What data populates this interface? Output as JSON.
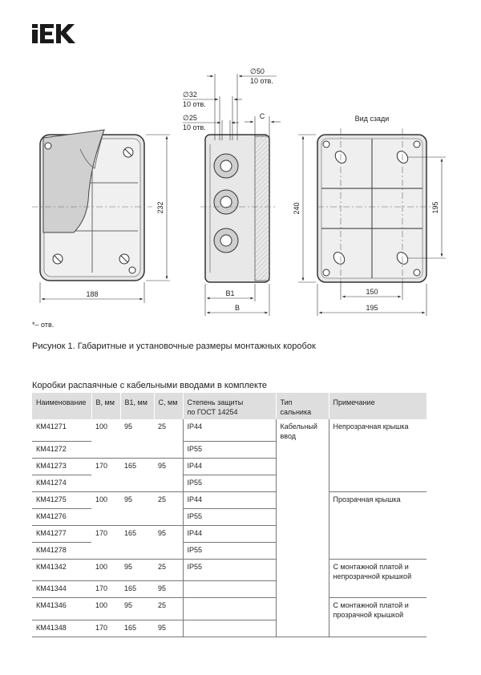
{
  "brand": {
    "logo_text": "IEK"
  },
  "drawing": {
    "dim_188": "188",
    "dim_232": "232",
    "dim_d32": "∅32",
    "dim_d32_note": "10 отв.",
    "dim_d25": "∅25",
    "dim_d25_note": "10 отв.",
    "dim_d50": "∅50",
    "dim_d50_note": "10 отв.",
    "dim_c": "C",
    "dim_b1": "B1",
    "dim_b": "B",
    "rear_view_label": "Вид сзади",
    "dim_240": "240",
    "dim_195_v": "195",
    "dim_150": "150",
    "dim_195_h": "195"
  },
  "footnote": "*– отв.",
  "figure_caption": "Рисунок 1. Габаритные и установочные размеры монтажных коробок",
  "table": {
    "title": "Коробки распаячные с кабельными вводами в комплекте",
    "headers": [
      "Наименование",
      "B, мм",
      "B1, мм",
      "C, мм",
      "Степень защиты\nпо ГОСТ 14254",
      "Тип сальника",
      "Примечание"
    ],
    "rows": [
      [
        "КМ41271",
        "100",
        "95",
        "25",
        "IP44",
        "Кабельный\nввод",
        "Непрозрачная крышка"
      ],
      [
        "КМ41272",
        "",
        "",
        "",
        "IP55",
        "",
        ""
      ],
      [
        "КМ41273",
        "170",
        "165",
        "95",
        "IP44",
        "",
        ""
      ],
      [
        "КМ41274",
        "",
        "",
        "",
        "IP55",
        "",
        ""
      ],
      [
        "КМ41275",
        "100",
        "95",
        "25",
        "IP44",
        "",
        "Прозрачная крышка"
      ],
      [
        "КМ41276",
        "",
        "",
        "",
        "IP55",
        "",
        ""
      ],
      [
        "КМ41277",
        "170",
        "165",
        "95",
        "IP44",
        "",
        ""
      ],
      [
        "КМ41278",
        "",
        "",
        "",
        "IP55",
        "",
        ""
      ],
      [
        "КМ41342",
        "100",
        "95",
        "25",
        "IP55",
        "",
        "С монтажной платой и\nнепрозрачной крышкой"
      ],
      [
        "КМ41344",
        "170",
        "165",
        "95",
        "",
        "",
        ""
      ],
      [
        "КМ41346",
        "100",
        "95",
        "25",
        "",
        "",
        "С монтажной платой и\nпрозрачной крышкой"
      ],
      [
        "КМ41348",
        "170",
        "165",
        "95",
        "",
        "",
        ""
      ]
    ]
  }
}
